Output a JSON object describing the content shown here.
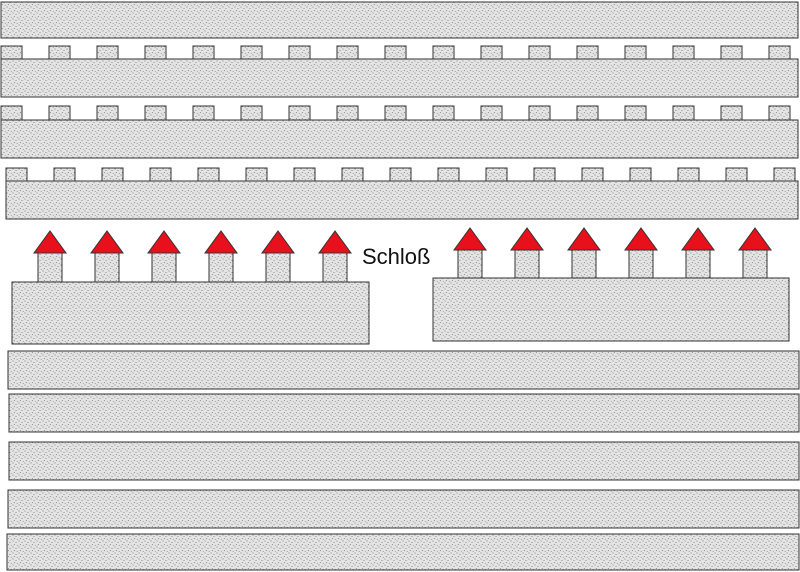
{
  "title": "Schloß",
  "colors": {
    "stone_fill": "#e4e4e4",
    "stone_dots": "#6b6b6b",
    "outline": "#333333",
    "roof": "#e8101b",
    "background": "#ffffff"
  },
  "pattern": "stippled-stone",
  "pieces": {
    "plain_walls_top": 1,
    "crenellated_walls": 3,
    "tower_blocks": 2,
    "towers_per_block": 6,
    "plain_walls_bottom": 5
  }
}
